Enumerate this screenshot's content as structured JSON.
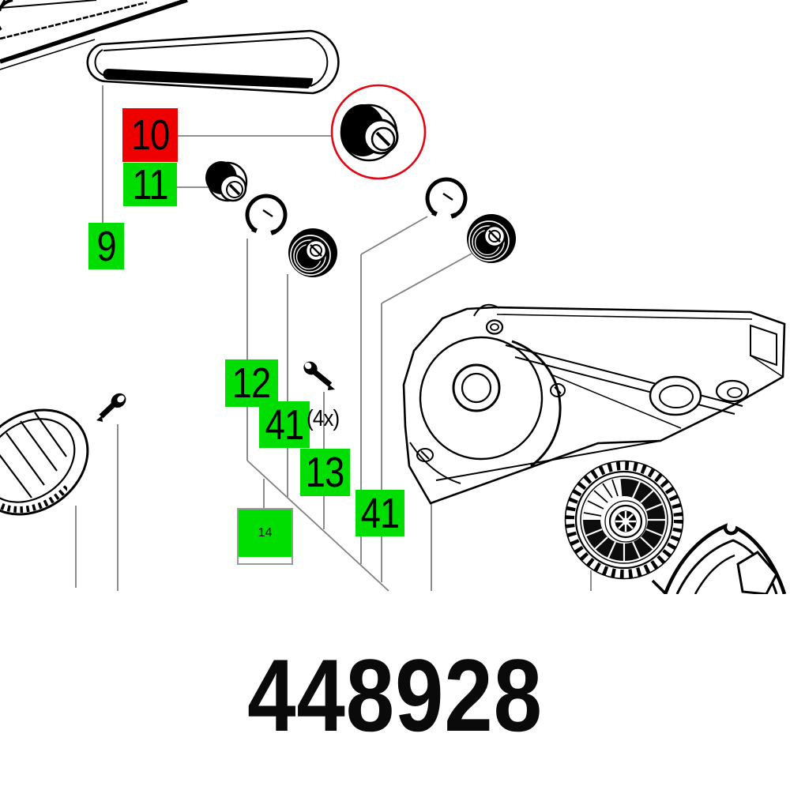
{
  "document": {
    "part_number": "448928"
  },
  "callouts": {
    "item9": {
      "label": "9",
      "color": "#00dd00"
    },
    "item10": {
      "label": "10",
      "color": "#ee0000"
    },
    "item11": {
      "label": "11",
      "color": "#00dd00"
    },
    "item12": {
      "label": "12",
      "color": "#00dd00"
    },
    "item41a": {
      "label": "41",
      "color": "#00dd00"
    },
    "item41a_qty": {
      "label": "(4x)"
    },
    "item13": {
      "label": "13",
      "color": "#00dd00"
    },
    "item41b": {
      "label": "41",
      "color": "#00dd00"
    },
    "item14": {
      "label": "14",
      "color": "#00dd00"
    }
  },
  "colors": {
    "label_green": "#00dd00",
    "label_red_selected": "#ee0000",
    "highlight_circle_red": "#e30613",
    "leader_line_grey": "#808080",
    "line_art": "#000000"
  }
}
